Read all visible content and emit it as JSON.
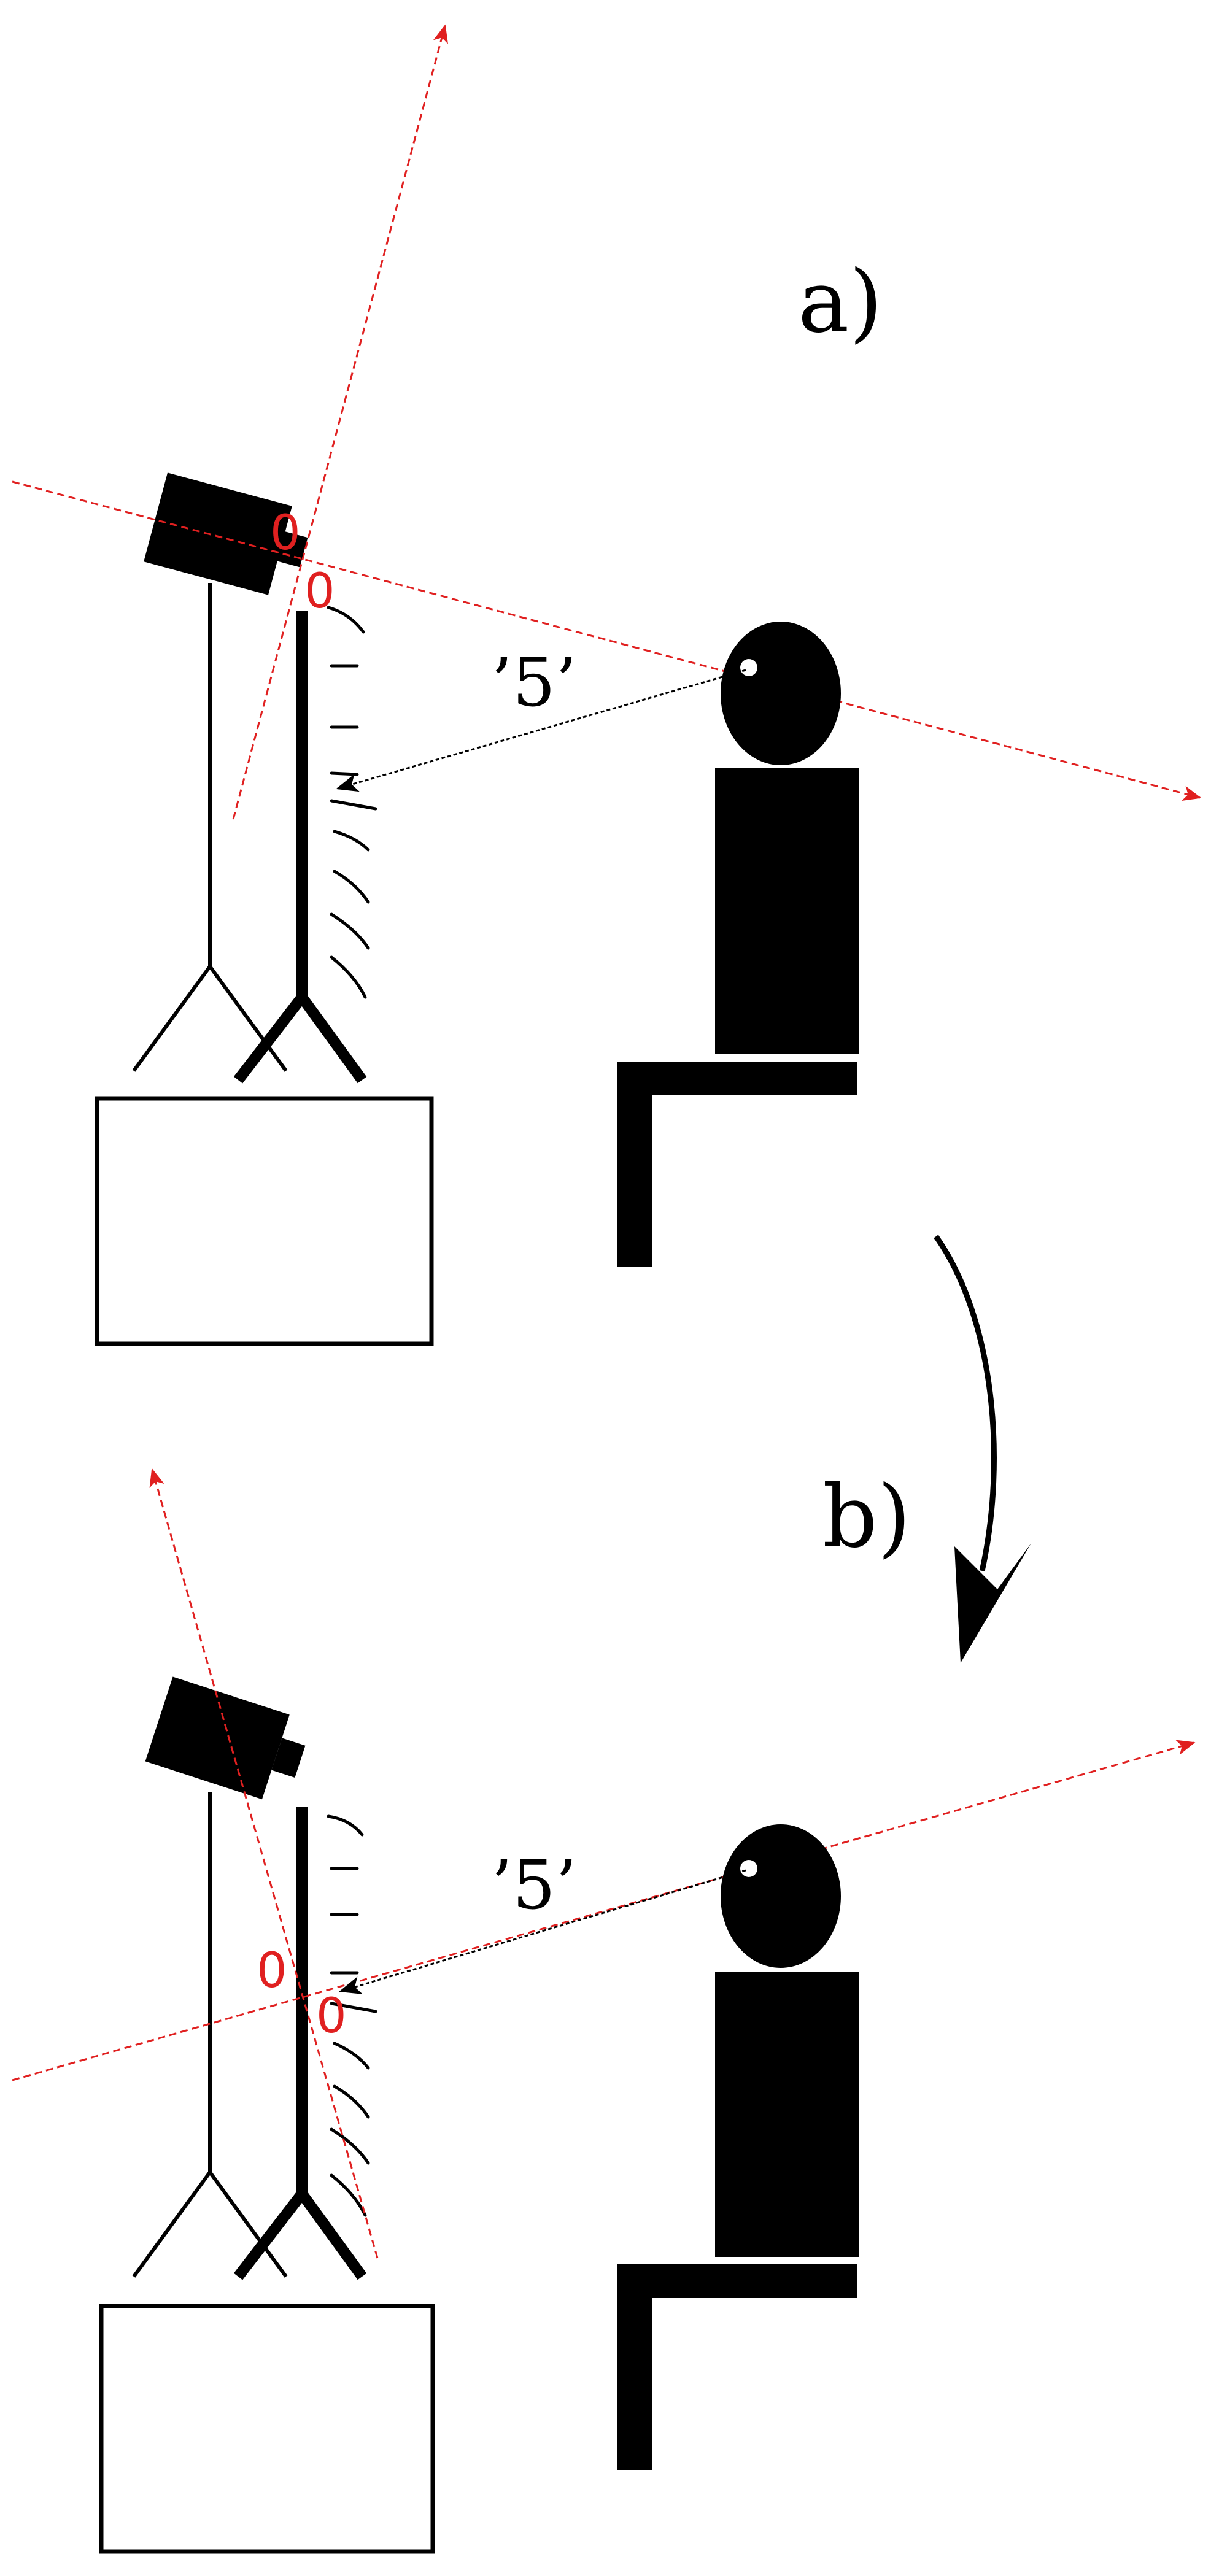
{
  "panels": [
    {
      "label": "a)",
      "distance_label": "’5’",
      "zero_labels": [
        "0",
        "0"
      ]
    },
    {
      "label": "b)",
      "distance_label": "’5’",
      "zero_labels": [
        "0",
        "0"
      ]
    }
  ],
  "colors": {
    "ink": "#000000",
    "axis_red": "#e02020",
    "background": "#ffffff"
  }
}
